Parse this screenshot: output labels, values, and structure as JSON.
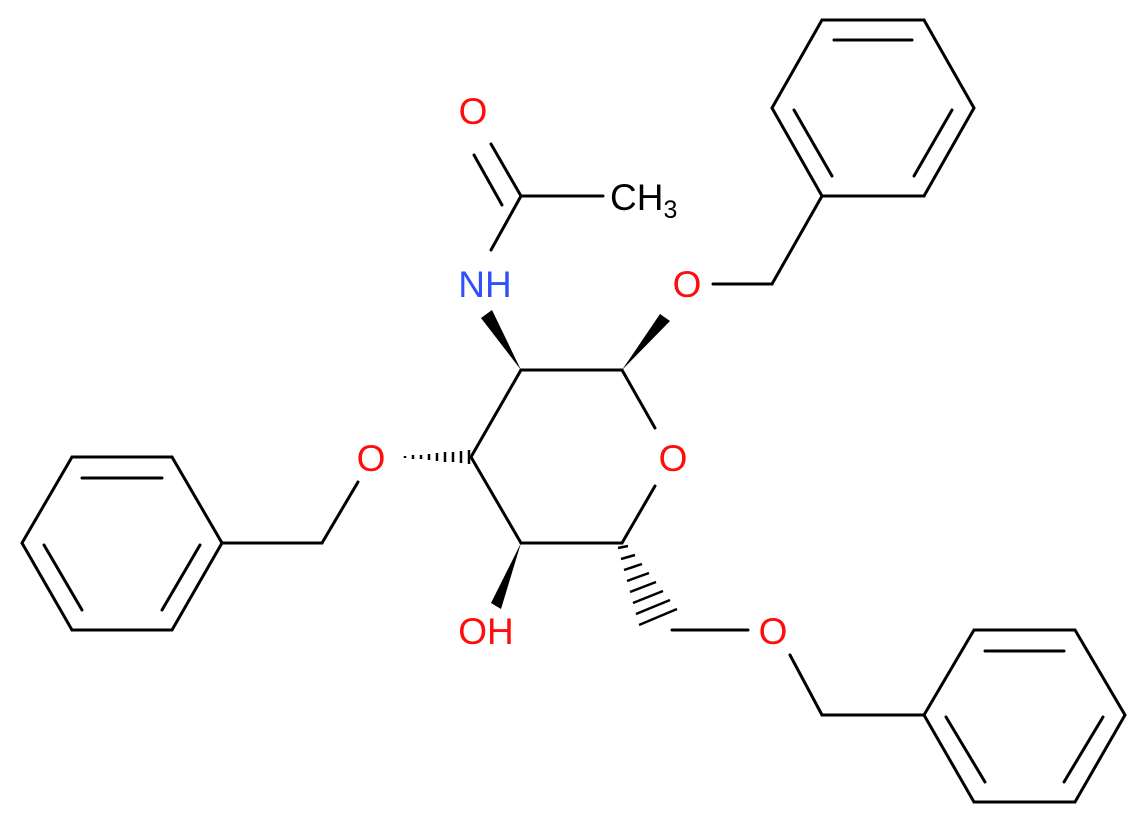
{
  "labels": {
    "carbonyl_o": "O",
    "methyl_c": "CH",
    "methyl_sub": "3",
    "amide_n": "NH",
    "anomeric_o": "O",
    "ring_o": "O",
    "c3_o": "O",
    "hydroxyl": "OH",
    "c6_o": "O"
  },
  "colors": {
    "oxygen": "#ff0d0d",
    "nitrogen": "#3050f8",
    "bond": "#000000"
  }
}
